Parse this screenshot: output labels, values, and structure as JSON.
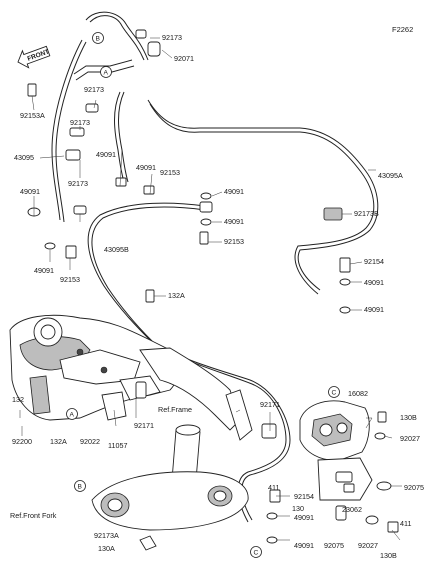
{
  "figure_code": "F2262",
  "front_arrow": "FRONT",
  "callout_markers": {
    "a": "A",
    "b": "B",
    "c": "C"
  },
  "labels": {
    "p92173_top": "92173",
    "p92071": "92071",
    "p92153a_left": "92153A",
    "p92173_b": "92173",
    "p92173_c": "92173",
    "p43095": "43095",
    "p92173_d": "92173",
    "p49091_a": "49091",
    "p49091_b": "49091",
    "p92153_a": "92153",
    "p49091_c": "49091",
    "p49091_d": "49091",
    "p49091_e": "49091",
    "p49091_f": "49091",
    "p92153_b": "92153",
    "p92153_c": "92153",
    "p43095a": "43095A",
    "p92173b": "92173B",
    "p43095b": "43095B",
    "p92154_a": "92154",
    "p49091_g": "49091",
    "p49091_h": "49091",
    "p132a_a": "132A",
    "p132": "132",
    "p92200": "92200",
    "p132a_b": "132A",
    "p92022": "92022",
    "p11057": "11057",
    "p92171_a": "92171",
    "p92171_b": "92171",
    "ref_frame": "Ref.Frame",
    "ref_front_fork": "Ref.Front Fork",
    "p92173a": "92173A",
    "p130a": "130A",
    "p16082": "16082",
    "p130b_a": "130B",
    "p92027_a": "92027",
    "p411_a": "411",
    "p92154_b": "92154",
    "p130": "130",
    "p49091_i": "49091",
    "p49091_j": "49091",
    "p23062": "23062",
    "p92075_a": "92075",
    "p92075_b": "92075",
    "p92027_b": "92027",
    "p411_b": "411",
    "p130b_b": "130B"
  }
}
